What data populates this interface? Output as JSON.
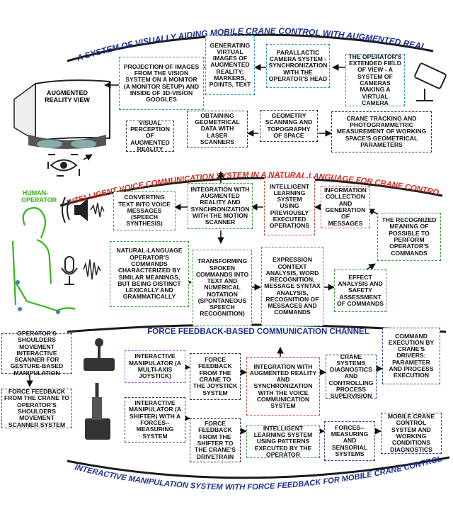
{
  "titles": {
    "top": "A SYSTEM OF VISUALLY AIDING MOBILE CRANE CONTROL WITH AUGMENTED REALITY",
    "voice": "INTELLIGENT VOICE COMMUNICATION SYSTEM IN A NATURAL LANGUAGE FOR CRANE CONTROL",
    "force": "FORCE FEEDBACK-BASED COMMUNICATION CHANNEL",
    "bottom": "INTERACTIVE MANIPULATION SYSTEM WITH FORCE FEEDBACK FOR MOBILE CRANE CONTROL"
  },
  "labels": {
    "augmented_reality_view": "AUGMENTED REALITY VIEW",
    "human_operator": "HUMAN-OPERATOR"
  },
  "colors": {
    "blue": "#2e8ec9",
    "green": "#3c9b3c",
    "red": "#d9433a",
    "navy": "#2d3f9a",
    "purple": "#b25cd6",
    "human": "#38b41a",
    "title_navy": "#1c2f8f",
    "title_red": "#d32c1f"
  },
  "boxes": {
    "projection": "PROJECTION OF IMAGES FROM THE VISION SYSTEM ON A MONITOR (A MONITOR SETUP) AND INSIDE OF 3D-VISION GOOGLES",
    "generating": "GENERATING VIRTUAL IMAGES OF AUGMENTED REALITY: MARKERS, POINTS, TEXT",
    "parallactic": "PARALLACTIC CAMERA SYSTEM - SYNCHRONIZATION WITH THE OPERATOR'S HEAD",
    "extended_view": "THE OPERATOR'S EXTENDED FIELD OF VIEW - A SYSTEM OF CAMERAS MAKING A VIRTUAL CAMERA",
    "visual_perception": "VISUAL PERCEPTION OF AUGMENTED REALITY",
    "obtaining": "OBTAINING GEOMETRICAL DATA WITH LASER SCANNERS",
    "geometry": "GEOMETRY SCANNING AND TOPOGRAPHY OF SPACE",
    "crane_tracking": "CRANE TRACKING AND PHOTOGRAMMETRIC MEASUREMENT OF WORKING SPACE'S GEOMETRICAL PARAMETERS",
    "converting": "CONVERTING TEXT INTO VOICE MESSAGES (SPEECH SYNTHESIS)",
    "integration_ar": "INTEGRATION WITH AUGMENTED REALITY AND SYNCHRONIZATION WITH THE MOTION SCANNER",
    "intelligent_learning_prev": "INTELLIGENT LEARNING SYSTEM USING PREVIOUSLY EXECUTED OPERATIONS",
    "information": "INFORMATION COLLECTION AND GENERATION OF MESSAGES",
    "recognized": "THE RECOGNIZED MEANING OF POSSIBLE TO PERFORM OPERATOR'S COMMANDS",
    "natural_language": "NATURAL-LANGUAGE OPERATOR'S COMMANDS CHARACTERIZED BY SIMILAR MEANINGS, BUT BEING DISTINCT LEXICALLY AND GRAMMATICALLY",
    "transforming": "TRANSFORMING SPOKEN COMMANDS INTO TEXT AND NUMERICAL NOTATION (SPONTANEOUS SPEECH RECOGNITION)",
    "expression": "EXPRESSION CONTEXT ANALYSIS, WORD RECOGNITION, MESSAGE SYNTAX ANALYSIS, RECOGNITION OF MESSAGES AND COMMANDS",
    "effect": "EFFECT ANALYSIS AND SAFETY ASSESSMENT OF COMMANDS",
    "shoulders_scanner": "OPERATOR'S SHOULDERS MOVEMENT INTERACTIVE SCANNER FOR GESTURE-BASED MANIPULATION",
    "force_shoulders": "FORCE FEEDBACK FROM THE CRANE TO OPERATOR'S SHOULDERS MOVEMENT SCANNER SYSTEM",
    "manipulator_joystick": "INTERACTIVE MANIPULATOR (A MULTI-AXIS JOYSTICK)",
    "force_joystick": "FORCE FEEDBACK FROM THE CRANE TO THE JOYSTICK SYSTEM",
    "integration_voice": "INTEGRATION WITH AUGMENTED REALITY AND SYNCHRONIZATION WITH THE VOICE COMMUNICATION SYSTEM",
    "crane_diagnostics": "CRANE SYSTEMS DIAGNOSTICS AND CONTROLLING PROCESS SUPERVISION",
    "command_execution": "COMMAND EXECUTION BY CRANE'S DRIVERS: PARAMETER AND PROCESS EXECUTION",
    "manipulator_shifter": "INTERACTIVE MANIPULATOR (A SHIFTER) WITH A FORCES--MEASURING SYSTEM",
    "force_shifter": "FORCE FEEDBACK FROM THE SHIFTER TO THE CRANE'S DRIVETRAIN",
    "intelligent_patterns": "INTELLIGENT LEARNING SYSTEM USING PATTERNS EXECUTED BY THE OPERATOR",
    "forces_measuring": "FORCES--MEASURING AND SENSORIAL SYSTEMS",
    "mobile_control": "MOBILE CRANE CONTROL SYSTEM AND WORKING CONDITIONS DIAGNOSTICS"
  }
}
